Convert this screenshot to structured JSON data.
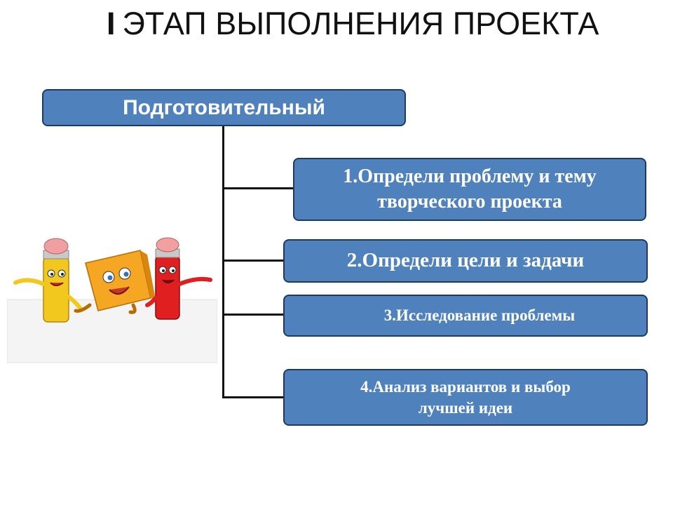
{
  "title": {
    "roman": "I",
    "text": "ЭТАП ВЫПОЛНЕНИЯ ПРОЕКТА"
  },
  "main_stage": "Подготовительный",
  "steps": [
    {
      "lines": [
        "1.Определи проблему и тему",
        "творческого проекта"
      ]
    },
    {
      "lines": [
        "2.Определи цели и задачи"
      ]
    },
    {
      "lines": [
        "3.Исследование проблемы"
      ]
    },
    {
      "lines": [
        "4.Анализ вариантов и выбор",
        "лучшей идеи"
      ]
    }
  ],
  "colors": {
    "box_fill": "#4f81bd",
    "box_border": "#1f3a5f"
  },
  "illustration": "cartoon-pencils-and-book-characters"
}
